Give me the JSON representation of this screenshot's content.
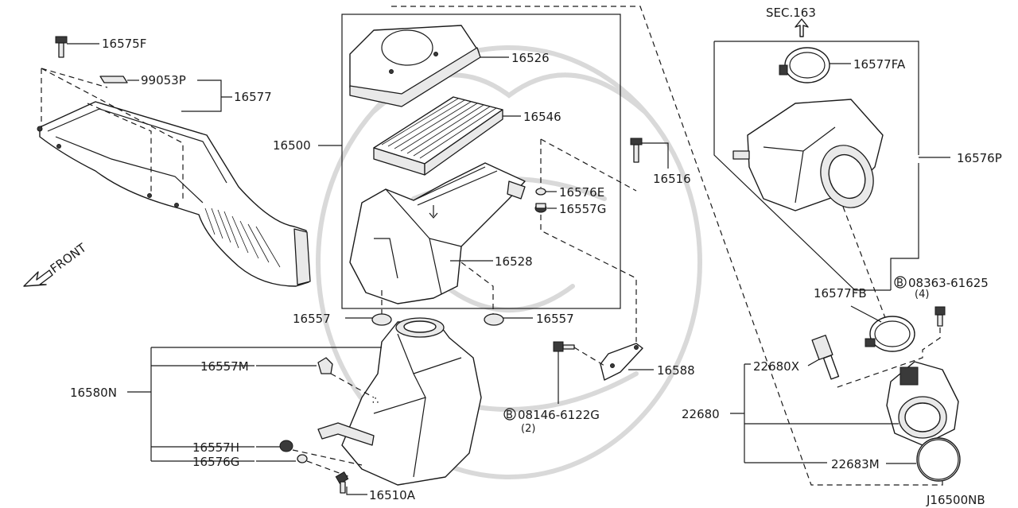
{
  "diagram": {
    "code": "J16500NB",
    "front_label": "FRONT",
    "sec_label": "SEC.163",
    "parts": {
      "p16575F": "16575F",
      "p99053P": "99053P",
      "p16577": "16577",
      "p16500": "16500",
      "p16526": "16526",
      "p16546": "16546",
      "p16516": "16516",
      "p16576E": "16576E",
      "p16557G": "16557G",
      "p16528": "16528",
      "p16557_left": "16557",
      "p16557_right": "16557",
      "p16580N": "16580N",
      "p16557M": "16557M",
      "p16557H": "16557H",
      "p16576G": "16576G",
      "p16510A": "16510A",
      "p16588": "16588",
      "p08146": "08146-6122G",
      "p08146_qty": "(2)",
      "p16577FA": "16577FA",
      "p16576P": "16576P",
      "p08363": "08363-61625",
      "p08363_qty": "(4)",
      "p16577FB": "16577FB",
      "p22680X": "22680X",
      "p22680": "22680",
      "p22683M": "22683M"
    }
  }
}
